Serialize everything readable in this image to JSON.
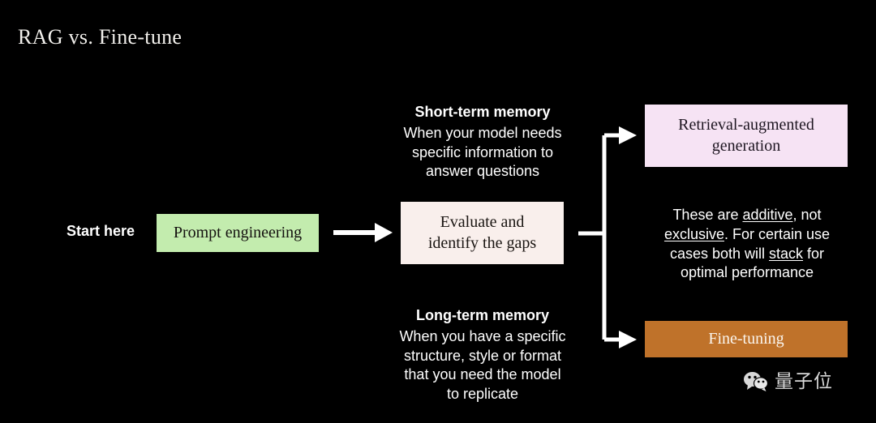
{
  "slide": {
    "title": "RAG vs. Fine-tune",
    "background_color": "#000000"
  },
  "labels": {
    "start_here": "Start here"
  },
  "boxes": {
    "prompt_engineering": {
      "label": "Prompt engineering",
      "color": "#c3ecae",
      "text_color": "#14110f"
    },
    "evaluate": {
      "line1": "Evaluate and",
      "line2": "identify the gaps",
      "color": "#f9efec",
      "text_color": "#1a1512"
    },
    "rag": {
      "line1": "Retrieval-augmented",
      "line2": "generation",
      "color": "#f6e3f4",
      "text_color": "#1d1520"
    },
    "fine_tuning": {
      "label": "Fine-tuning",
      "color": "#bf722a",
      "text_color": "#fbf6ef"
    }
  },
  "branches": {
    "short_term": {
      "heading": "Short-term memory",
      "line1": "When your model needs",
      "line2": "specific information to",
      "line3": "answer questions"
    },
    "long_term": {
      "heading": "Long-term memory",
      "line1": "When you have a specific",
      "line2": "structure, style or format",
      "line3": "that you need the model",
      "line4": "to replicate"
    }
  },
  "note": {
    "part1": "These are ",
    "underline1": "additive",
    "part2": ", not ",
    "underline2": "exclusive",
    "part3": ". For certain use cases both will ",
    "underline3": "stack",
    "part4": " for optimal performance"
  },
  "watermark": {
    "icon": "wechat-icon",
    "text": "量子位"
  },
  "arrows": {
    "main": "arrow-right",
    "fork_top": "arrow-right",
    "fork_bottom": "arrow-right"
  }
}
